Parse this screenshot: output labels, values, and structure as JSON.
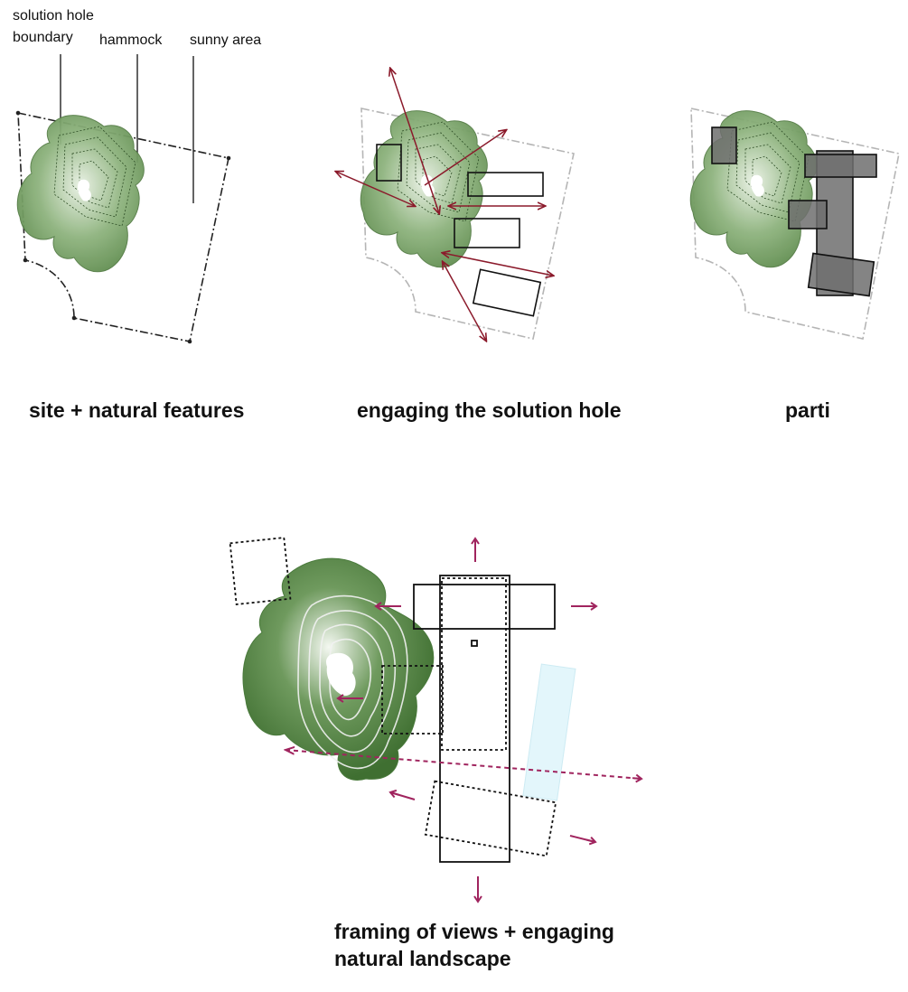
{
  "panels": {
    "site": {
      "labels": {
        "solution_hole_line1": "solution hole",
        "solution_hole_line2": "boundary",
        "hammock": "hammock",
        "sunny_area": "sunny area"
      },
      "caption": "site + natural features"
    },
    "engaging": {
      "caption": "engaging the solution hole"
    },
    "parti": {
      "caption": "parti"
    },
    "framing": {
      "caption_line1": "framing of views + engaging",
      "caption_line2": "natural landscape"
    }
  },
  "colors": {
    "vegetation": "#6f9a5e",
    "vegetation_dark": "#3f6f31",
    "arrow_red": "#8b1a2b",
    "arrow_magenta": "#a0245e",
    "mass_grey": "#6e6e6e",
    "sky_blue": "#e3f6fb",
    "boundary": "#222222",
    "boundary_light": "#b5b5b5"
  },
  "icons": [
    "view-arrow-icon",
    "north-arrow-icon"
  ]
}
